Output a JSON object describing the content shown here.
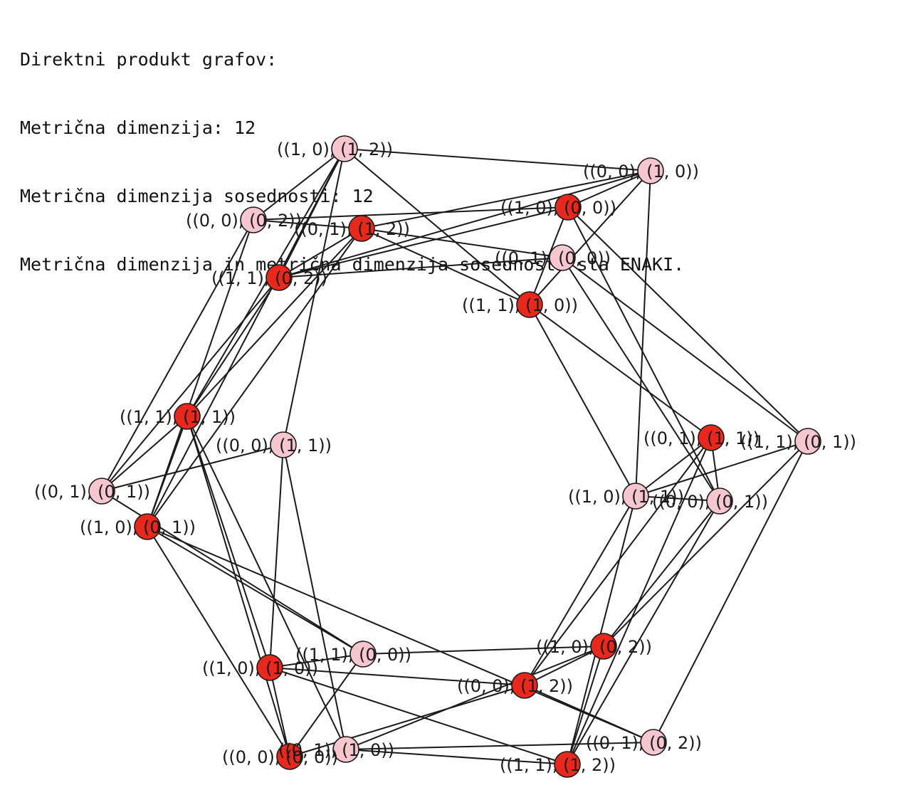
{
  "output": {
    "lines": [
      "Direktni produkt grafov:",
      "Metrična dimenzija: 12",
      "Metrična dimenzija sosednosti: 12",
      "Metrična dimenzija in metrična dimenzija sosednosti sta ENAKI."
    ]
  },
  "graph": {
    "colors": {
      "selected": "#e8271d",
      "default": "#f7c6cf",
      "edge": "#1a1a1a"
    },
    "nodes": [
      {
        "id": "((1, 0), (1, 2))",
        "selected": false
      },
      {
        "id": "((0, 0), (1, 0))",
        "selected": false
      },
      {
        "id": "((1, 0), (0, 0))",
        "selected": true
      },
      {
        "id": "((0, 0), (0, 2))",
        "selected": false
      },
      {
        "id": "((0, 1), (1, 2))",
        "selected": true
      },
      {
        "id": "((0, 1), (0, 0))",
        "selected": false
      },
      {
        "id": "((1, 1), (0, 2))",
        "selected": true
      },
      {
        "id": "((1, 1), (1, 0))",
        "selected": true
      },
      {
        "id": "((1, 1), (1, 1))",
        "selected": true
      },
      {
        "id": "((0, 0), (1, 1))",
        "selected": false
      },
      {
        "id": "((0, 1), (1, 1))",
        "selected": true
      },
      {
        "id": "((1, 1), (0, 1))",
        "selected": false
      },
      {
        "id": "((0, 1), (0, 1))",
        "selected": false
      },
      {
        "id": "((1, 0), (1, 1))",
        "selected": false
      },
      {
        "id": "((0, 0), (0, 1))",
        "selected": false
      },
      {
        "id": "((1, 0), (0, 1))",
        "selected": true
      },
      {
        "id": "((1, 1), (0, 0))",
        "selected": false
      },
      {
        "id": "((1, 0), (0, 2))",
        "selected": true
      },
      {
        "id": "((1, 0), (1, 0))",
        "selected": true
      },
      {
        "id": "((0, 0), (1, 2))",
        "selected": true
      },
      {
        "id": "((0, 1), (0, 2))",
        "selected": false
      },
      {
        "id": "((0, 0), (0, 0))",
        "selected": true
      },
      {
        "id": "((0, 1), (1, 0))",
        "selected": false
      },
      {
        "id": "((1, 1), (1, 2))",
        "selected": true
      }
    ]
  }
}
